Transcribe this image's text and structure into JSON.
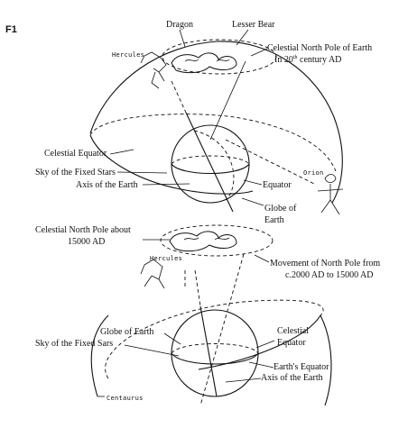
{
  "figure_label": "F1",
  "top": {
    "dragon": "Dragon",
    "lesser_bear": "Lesser Bear",
    "hercules": "Hercules",
    "celestial_north_pole_line1": "Celestial North Pole of Earth",
    "celestial_north_pole_line2_pre": "In 20",
    "celestial_north_pole_line2_sup": "th",
    "celestial_north_pole_line2_post": " century AD",
    "celestial_equator": "Celestial Equator",
    "sky_fixed_stars": "Sky of the Fixed Stars",
    "axis_of_earth": "Axis of the Earth",
    "orion": "Orion",
    "equator": "Equator",
    "globe_line1": "Globe of",
    "globe_line2": "Earth"
  },
  "bottom": {
    "celestial_north_pole_line1": "Celestial North Pole about",
    "celestial_north_pole_line2": "15000 AD",
    "hercules": "Hercules",
    "movement_line1": "Movement of North Pole from",
    "movement_line2": "c.2000 AD to 15000 AD",
    "globe_of_earth": "Globe of Earth",
    "sky_fixed_sars": "Sky of the Fixed Sars",
    "celestial_equator_line1": "Celestial",
    "celestial_equator_line2": "Equator",
    "earths_equator": "Earth's Equator",
    "axis_of_earth": "Axis of the Earth",
    "centaurus": "Centaurus"
  }
}
